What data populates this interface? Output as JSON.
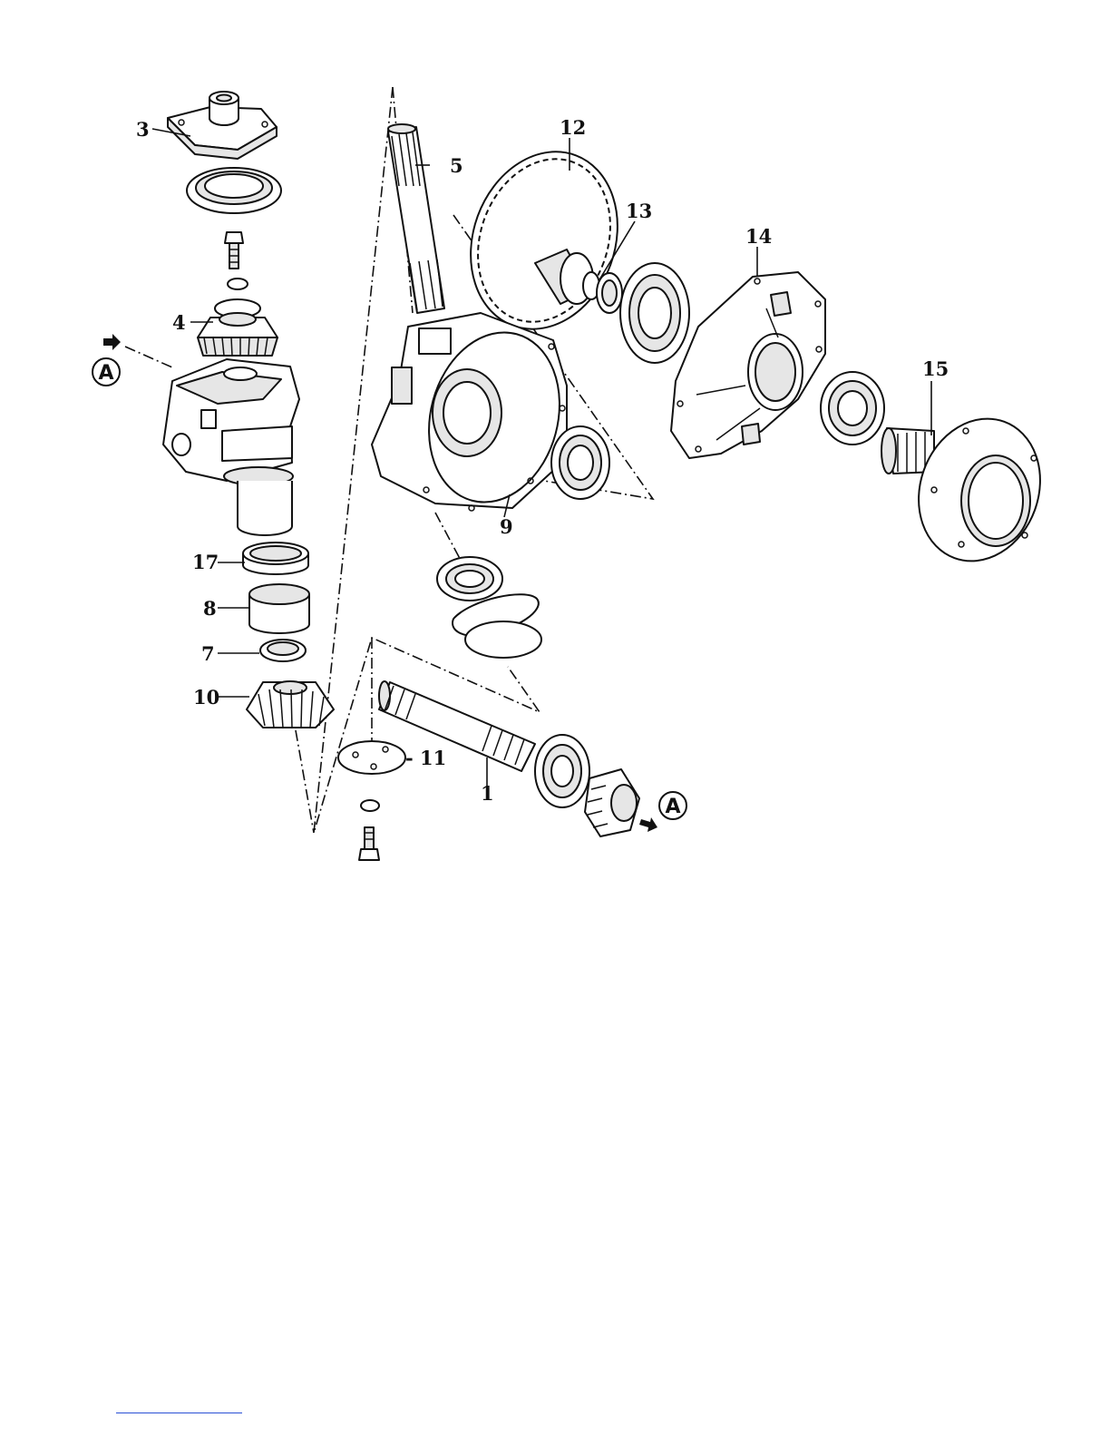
{
  "callouts": {
    "c1": "1",
    "c3": "3",
    "c4": "4",
    "c5": "5",
    "c7": "7",
    "c8": "8",
    "c9": "9",
    "c10": "10",
    "c11": "- 11",
    "c12": "12",
    "c13": "13",
    "c14": "14",
    "c15": "15",
    "c17": "17"
  },
  "reference_marks": {
    "left": "A",
    "right": "A"
  },
  "colors": {
    "ink": "#111111",
    "background": "#ffffff",
    "footer_line": "#2a4fd6"
  }
}
